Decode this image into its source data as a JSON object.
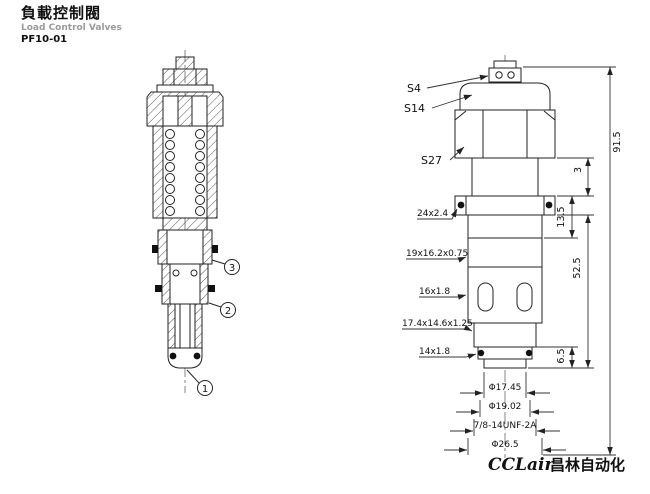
{
  "header": {
    "title_cn": "負載控制閥",
    "title_en": "Load Control Valves",
    "model": "PF10-01"
  },
  "left_view": {
    "callouts": [
      "1",
      "2",
      "3"
    ]
  },
  "right_view": {
    "wrench_labels": [
      "S4",
      "S14",
      "S27"
    ],
    "thread_labels": [
      "24x2.4",
      "19x16.2x0.75",
      "16x1.8",
      "17.4x14.6x1.25",
      "14x1.8"
    ],
    "vertical_dims": [
      "91.5",
      "3",
      "13.5",
      "52.5",
      "6.5"
    ],
    "bottom_dims": [
      "Φ17.45",
      "Φ19.02",
      "7/8-14UNF-2A",
      "Φ26.5"
    ]
  },
  "footer": {
    "logo_en": "CCLair",
    "logo_cn": "昌林自动化"
  },
  "colors": {
    "line": "#222222",
    "dim": "#333333",
    "muted": "#9a9a9a",
    "background": "#ffffff"
  }
}
